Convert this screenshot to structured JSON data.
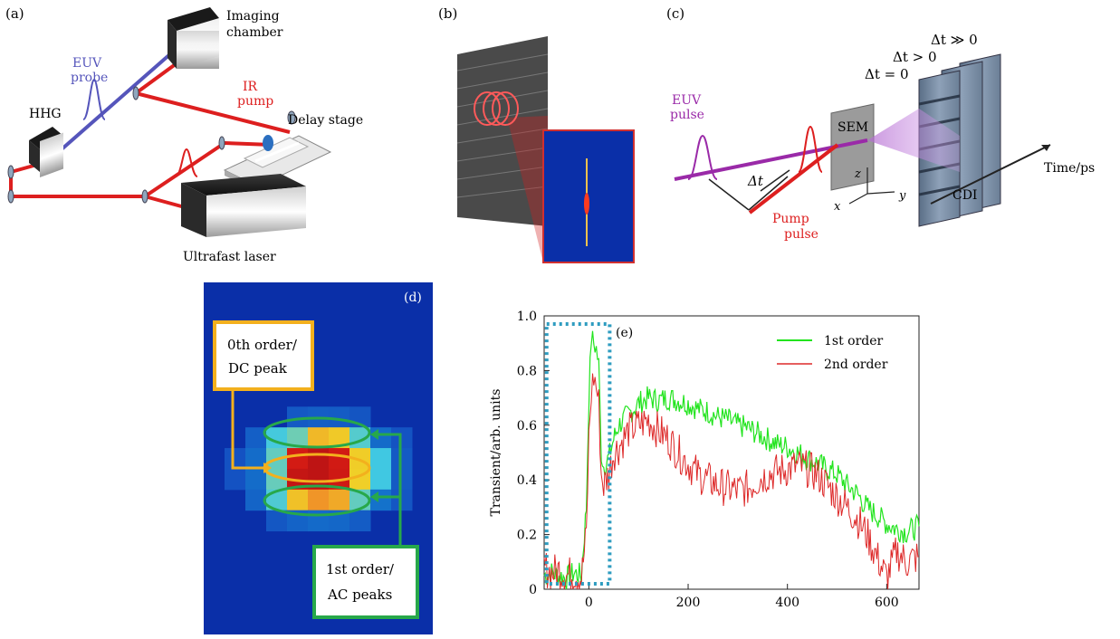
{
  "panels": {
    "a": {
      "label": "(a)",
      "imaging_chamber": [
        "Imaging",
        "chamber"
      ],
      "euv_probe": [
        "EUV",
        "probe"
      ],
      "ir_pump": [
        "IR",
        "pump"
      ],
      "hhg": "HHG",
      "delay_stage": "Delay stage",
      "ultrafast_laser": "Ultrafast laser"
    },
    "b": {
      "label": "(b)"
    },
    "c": {
      "label": "(c)",
      "dt_gg": "Δt ≫ 0",
      "dt_gt": "Δt > 0",
      "dt_eq": "Δt = 0",
      "euv_pulse": [
        "EUV",
        "pulse"
      ],
      "sem": "SEM",
      "dt": "Δt",
      "z": "z",
      "x": "x",
      "y": "y",
      "cdi": "CDI",
      "time_ps": "Time/ps",
      "pump_pulse": [
        "Pump",
        "pulse"
      ]
    },
    "d": {
      "label": "(d)",
      "dc_box": [
        "0th order/",
        "DC peak"
      ],
      "ac_box": [
        "1st order/",
        "AC peaks"
      ]
    },
    "e": {
      "label": "(e)"
    }
  },
  "colors": {
    "euv_blue": "#5555bb",
    "ir_red": "#dd1f1f",
    "euv_purple": "#9a2aa8",
    "heatmap_bg": "#0a2fa8",
    "orange_box": "#f3b01d",
    "green_box": "#27a84a",
    "series1": "#22e41e",
    "series2": "#dd2828",
    "dotted_box": "#2e9cc0"
  },
  "chart_data": {
    "type": "line",
    "title": "",
    "ylabel": "Transient/arb. units",
    "xlabel": "",
    "xlim": [
      -90,
      665
    ],
    "ylim": [
      0,
      1.0
    ],
    "xticks": [
      0,
      200,
      400,
      600
    ],
    "yticks": [
      0,
      0.2,
      0.4,
      0.6,
      0.8,
      1.0
    ],
    "ytick_labels": [
      "0",
      "0.2",
      "0.4",
      "0.6",
      "0.8",
      "1.0"
    ],
    "legend_position": "top-right",
    "highlight_box_x": [
      -85,
      42
    ],
    "highlight_box_y": [
      0.02,
      0.97
    ],
    "series": [
      {
        "name": "1st order",
        "x": [
          -90,
          -75,
          -60,
          -45,
          -30,
          -15,
          -5,
          0,
          5,
          10,
          15,
          20,
          25,
          30,
          40,
          50,
          60,
          80,
          100,
          120,
          140,
          160,
          180,
          200,
          220,
          240,
          260,
          280,
          300,
          320,
          340,
          360,
          380,
          400,
          420,
          440,
          460,
          480,
          500,
          520,
          540,
          560,
          580,
          600,
          620,
          640,
          665
        ],
        "values": [
          0.05,
          0.06,
          0.05,
          0.04,
          0.06,
          0.05,
          0.3,
          0.7,
          0.92,
          0.9,
          0.88,
          0.82,
          0.5,
          0.45,
          0.48,
          0.55,
          0.6,
          0.64,
          0.68,
          0.7,
          0.69,
          0.7,
          0.69,
          0.68,
          0.66,
          0.65,
          0.63,
          0.62,
          0.6,
          0.59,
          0.57,
          0.55,
          0.53,
          0.52,
          0.5,
          0.48,
          0.46,
          0.44,
          0.42,
          0.38,
          0.35,
          0.3,
          0.27,
          0.24,
          0.22,
          0.21,
          0.23
        ]
      },
      {
        "name": "2nd order",
        "x": [
          -90,
          -75,
          -60,
          -45,
          -30,
          -15,
          -5,
          0,
          5,
          10,
          15,
          20,
          25,
          30,
          40,
          50,
          60,
          80,
          100,
          120,
          140,
          160,
          180,
          200,
          220,
          240,
          260,
          280,
          300,
          320,
          340,
          360,
          380,
          400,
          420,
          440,
          460,
          480,
          500,
          520,
          540,
          560,
          580,
          600,
          620,
          640,
          665
        ],
        "values": [
          0.08,
          0.06,
          0.07,
          0.05,
          0.06,
          0.04,
          0.2,
          0.55,
          0.72,
          0.78,
          0.74,
          0.68,
          0.42,
          0.38,
          0.42,
          0.5,
          0.52,
          0.58,
          0.6,
          0.62,
          0.58,
          0.55,
          0.5,
          0.46,
          0.42,
          0.4,
          0.38,
          0.37,
          0.36,
          0.37,
          0.4,
          0.42,
          0.43,
          0.44,
          0.45,
          0.44,
          0.42,
          0.38,
          0.34,
          0.3,
          0.26,
          0.2,
          0.12,
          0.04,
          0.14,
          0.1,
          0.12
        ]
      }
    ]
  }
}
